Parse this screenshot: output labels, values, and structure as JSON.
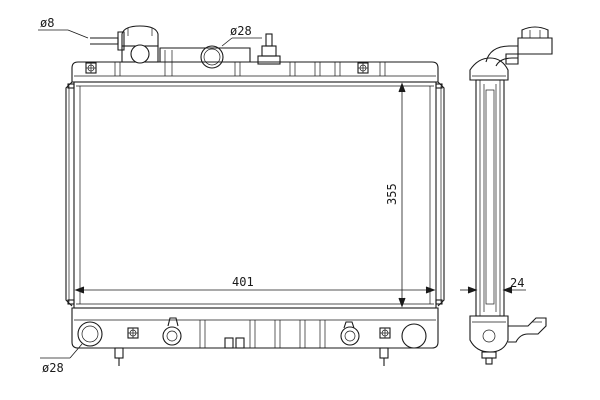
{
  "labels": {
    "inlet_fitting": "ø8",
    "filler_neck": "ø28",
    "outlet_neck": "ø28",
    "core_height": "355",
    "core_width": "401",
    "core_depth": "24"
  }
}
